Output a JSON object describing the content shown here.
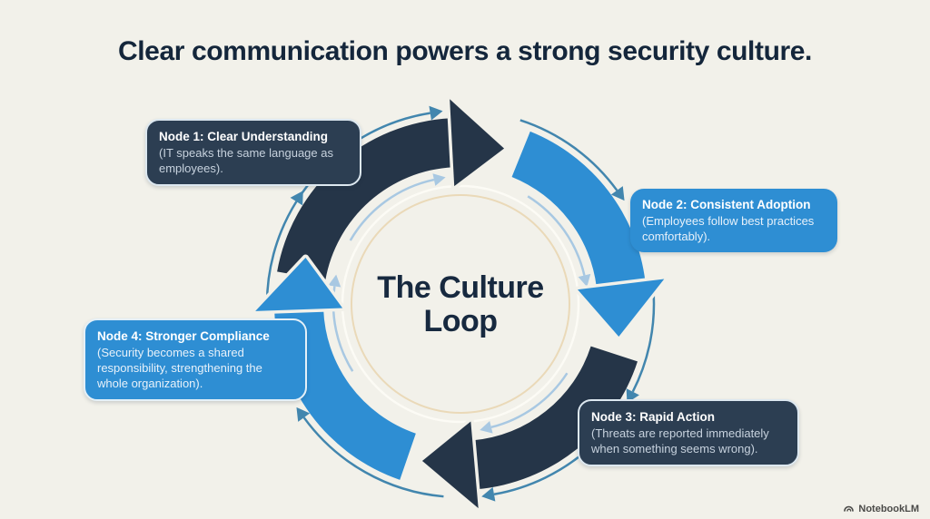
{
  "title": "Clear communication powers a strong security culture.",
  "center": {
    "line1": "The Culture",
    "line2": "Loop"
  },
  "nodes": [
    {
      "title": "Node 1: Clear Understanding",
      "body": "(IT speaks the same language as employees).",
      "style": "dark"
    },
    {
      "title": "Node 2: Consistent Adoption",
      "body": "(Employees follow best practices comfortably).",
      "style": "blue"
    },
    {
      "title": "Node 3: Rapid Action",
      "body": "(Threats are reported immediately when something seems wrong).",
      "style": "dark"
    },
    {
      "title": "Node 4: Stronger Compliance",
      "body": "(Security becomes a shared responsibility, strengthening the whole organization).",
      "style": "blue"
    }
  ],
  "watermark": {
    "label": "NotebookLM"
  },
  "colors": {
    "background": "#f2f1ea",
    "dark": "#253548",
    "dark_box": "#2c3e52",
    "blue": "#2e8ed3",
    "title_text": "#14263b",
    "thin_arrow": "#4286ae",
    "thin_arrow_light": "#a8c8e2",
    "inner_ring_tan": "#ead9b8",
    "inner_ring_white": "#fdfcf6"
  }
}
